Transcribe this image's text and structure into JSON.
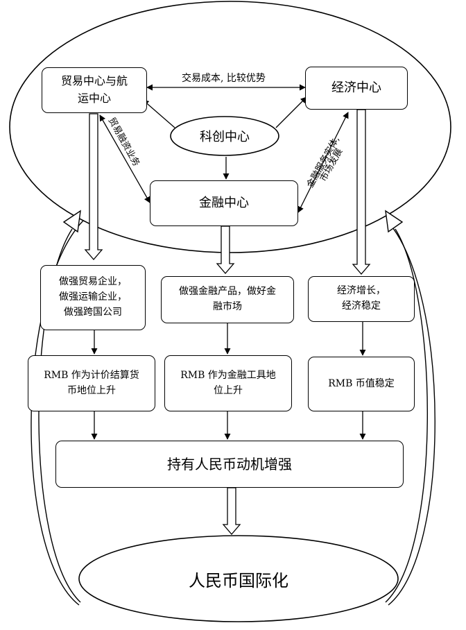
{
  "nodes": {
    "trade_shipping": {
      "lines": [
        "贸易中心与航",
        "运中心"
      ]
    },
    "economic": {
      "lines": [
        "经济中心"
      ]
    },
    "tech": {
      "lines": [
        "科创中心"
      ]
    },
    "financial": {
      "lines": [
        "金融中心"
      ]
    },
    "enterprises": {
      "lines": [
        "做强贸易企业，",
        "做强运输企业，",
        "做强跨国公司"
      ]
    },
    "fin_products": {
      "lines": [
        "做强金融产品，做好金",
        "融市场"
      ]
    },
    "growth": {
      "lines": [
        "经济增长，",
        "经济稳定"
      ]
    },
    "rmb_settlement": {
      "lines": [
        "RMB 作为计价结算货",
        "币地位上升"
      ]
    },
    "rmb_instrument": {
      "lines": [
        "RMB 作为金融工具地",
        "位上升"
      ]
    },
    "rmb_stable": {
      "lines": [
        "RMB 币值稳定"
      ]
    },
    "motivation": {
      "lines": [
        "持有人民币动机增强"
      ]
    },
    "internationalization": {
      "lines": [
        "人民币国际化"
      ]
    }
  },
  "edge_labels": {
    "trade_economic": "交易成本, 比较优势",
    "trade_financial": "贸易融资业务",
    "financial_economic_1": "金融服务实体,",
    "financial_economic_2": "市场发展"
  }
}
